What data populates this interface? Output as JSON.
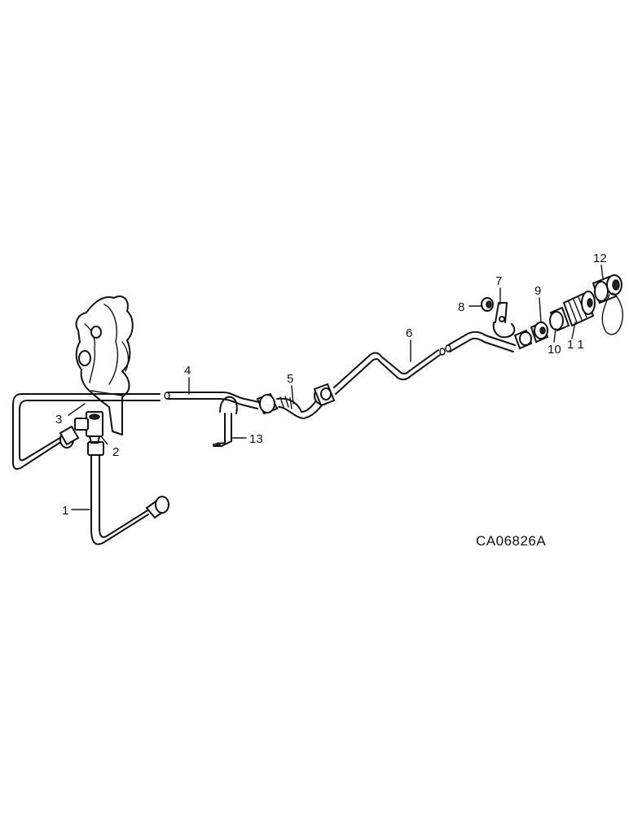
{
  "drawing": {
    "code": "CA06826A",
    "callouts": {
      "c1": "1",
      "c2": "2",
      "c3": "3",
      "c4": "4",
      "c5": "5",
      "c6": "6",
      "c7": "7",
      "c8": "8",
      "c9": "9",
      "c10": "10",
      "c11": "1 1",
      "c12": "12",
      "c13": "13"
    }
  }
}
